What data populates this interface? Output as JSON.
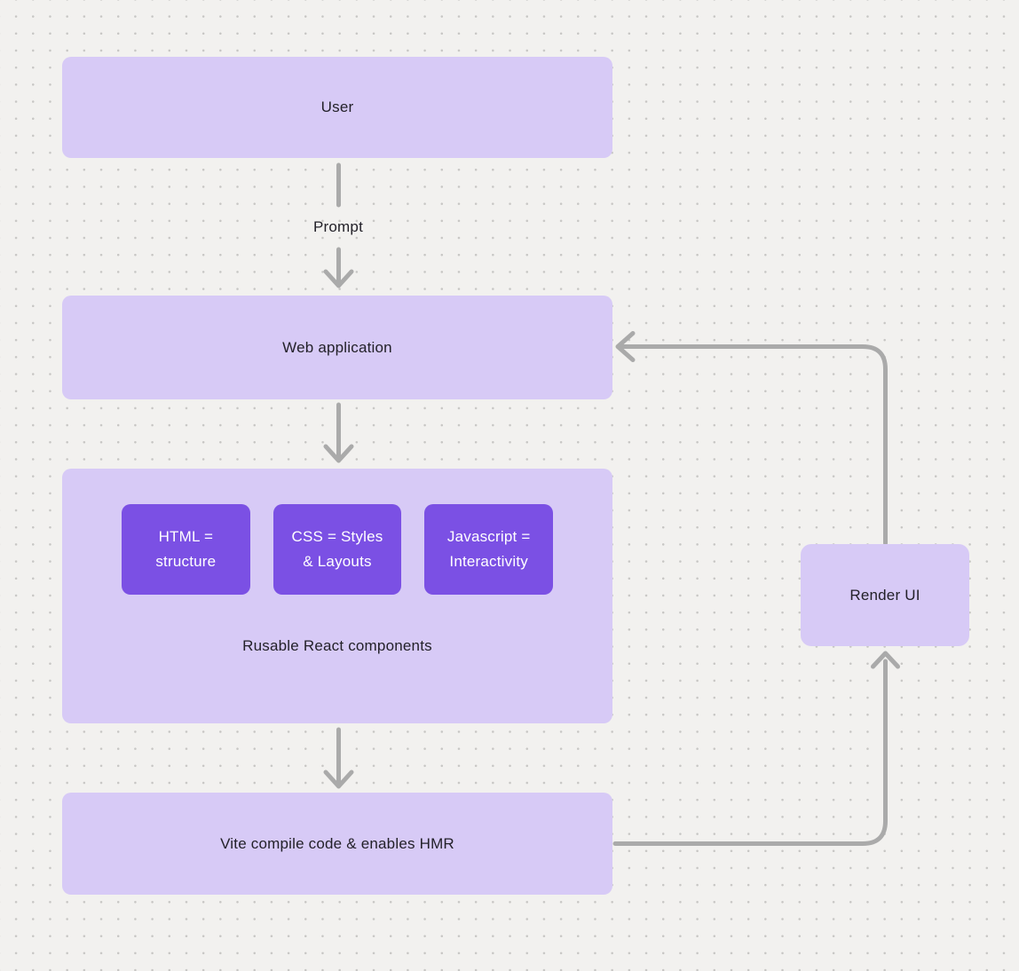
{
  "nodes": {
    "user": {
      "label": "User"
    },
    "web_application": {
      "label": "Web application"
    },
    "components_group": {
      "caption": "Rusable React components",
      "items": [
        {
          "line1": "HTML =",
          "line2": "structure"
        },
        {
          "line1": "CSS = Styles",
          "line2": "& Layouts"
        },
        {
          "line1": "Javascript =",
          "line2": "Interactivity"
        }
      ]
    },
    "vite": {
      "label": "Vite compile code & enables HMR"
    },
    "render_ui": {
      "label": "Render UI"
    }
  },
  "edges": {
    "prompt_label": "Prompt"
  },
  "colors": {
    "background": "#f2f1ef",
    "dot": "#c7c6c4",
    "node_fill": "#d7caf6",
    "node_text": "#232129",
    "inner_node_fill": "#7b50e4",
    "inner_node_text": "#ffffff",
    "connector": "#aaaaaa"
  }
}
